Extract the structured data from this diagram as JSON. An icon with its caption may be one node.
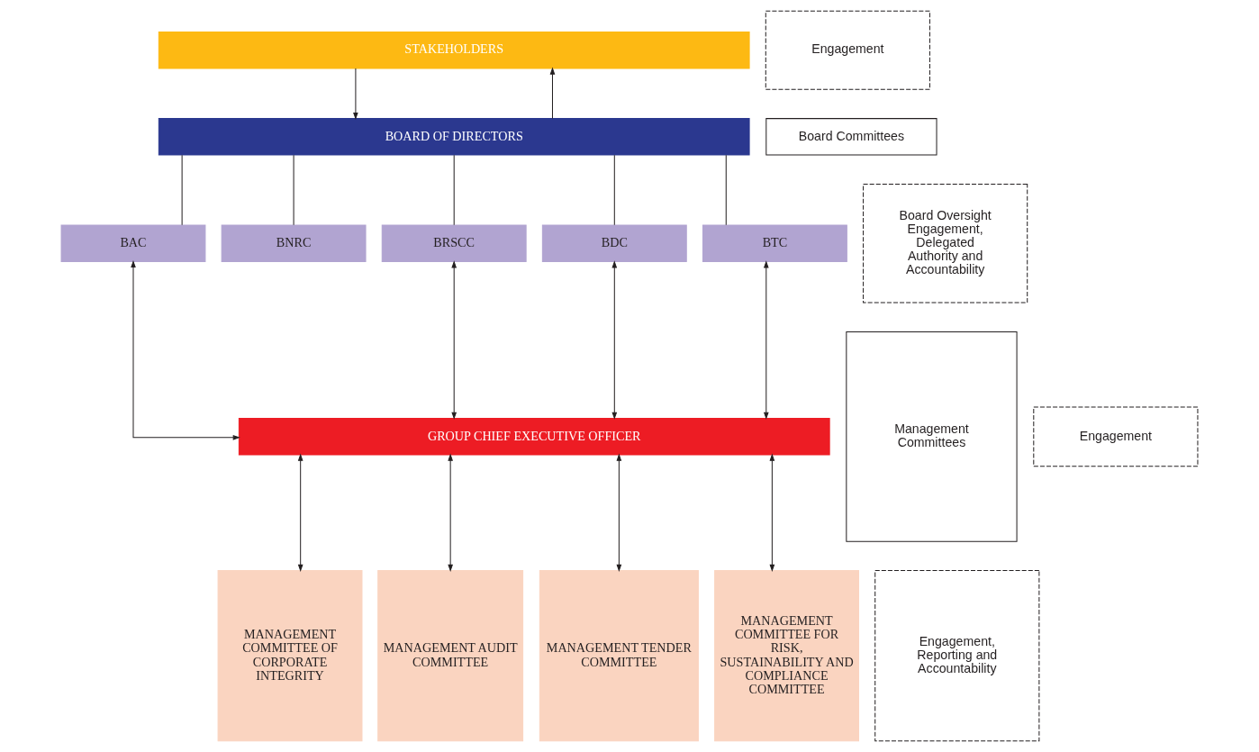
{
  "diagram": {
    "nodes": [
      {
        "text": [
          "STAKEHOLDERS"
        ]
      },
      {
        "text": [
          "Engagement"
        ]
      },
      {
        "text": [
          "Board Committees"
        ]
      },
      {
        "text": [
          "BOARD OF DIRECTORS"
        ]
      },
      {
        "text": [
          "BAC"
        ]
      },
      {
        "text": [
          "BNRC"
        ]
      },
      {
        "text": [
          "BRSCC"
        ]
      },
      {
        "text": [
          "Board Oversight Engagement, Delegated Authority and Accountability"
        ]
      },
      {
        "text": [
          "BDC"
        ]
      },
      {
        "text": [
          "BTC"
        ]
      },
      {
        "text": [
          "Management Committees"
        ]
      },
      {
        "text": [
          "GROUP CHIEF EXECUTIVE OFFICER"
        ]
      },
      {
        "text": [
          "Engagement"
        ]
      },
      {
        "text": [
          "MANAGEMENT COMMITTEE OF CORPORATE INTEGRITY"
        ]
      },
      {
        "text": [
          "MANAGEMENT AUDIT COMMITTEE"
        ]
      },
      {
        "text": [
          "MANAGEMENT TENDER COMMITTEE"
        ]
      },
      {
        "text": [
          "MANAGEMENT COMMITTEE FOR RISK, SUSTAINABILITY AND COMPLIANCE COMMITTEE"
        ]
      },
      {
        "text": [
          "Engagement, Reporting and Accountability"
        ]
      }
    ],
    "edges": [
      {
        "from": 0,
        "to": 3,
        "arrow": "to"
      },
      {
        "from": 3,
        "to": 0,
        "arrow": "to"
      },
      {
        "from": 3,
        "to": 4,
        "arrow": "none"
      },
      {
        "from": 3,
        "to": 8,
        "arrow": "none"
      },
      {
        "from": 3,
        "to": 5,
        "arrow": "none"
      },
      {
        "from": 3,
        "to": 9,
        "arrow": "none"
      },
      {
        "from": 3,
        "to": 6,
        "arrow": "none"
      },
      {
        "from": 4,
        "to": 11,
        "arrow": "both"
      },
      {
        "from": 8,
        "to": 11,
        "arrow": "both"
      },
      {
        "from": 9,
        "to": 11,
        "arrow": "both"
      },
      {
        "from": 6,
        "to": 11,
        "arrow": "both"
      },
      {
        "from": 11,
        "to": 13,
        "arrow": "both"
      },
      {
        "from": 11,
        "to": 14,
        "arrow": "both"
      },
      {
        "from": 11,
        "to": 15,
        "arrow": "both"
      },
      {
        "from": 11,
        "to": 16,
        "arrow": "both"
      }
    ]
  }
}
